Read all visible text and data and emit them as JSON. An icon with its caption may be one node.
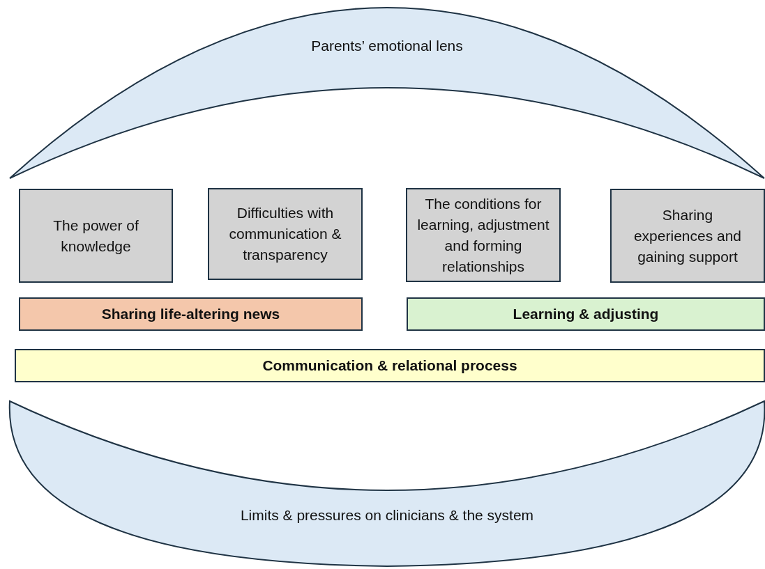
{
  "diagram": {
    "nodes": [
      {
        "text": [
          "Parents’ emotional lens"
        ]
      },
      {
        "text": [
          "The power of knowledge"
        ]
      },
      {
        "text": [
          "Difficulties with communication & transparency"
        ]
      },
      {
        "text": [
          "The conditions for learning, adjustment and forming relationships"
        ]
      },
      {
        "text": [
          "Sharing experiences and gaining support"
        ]
      },
      {
        "text": [
          "Sharing life-altering news"
        ]
      },
      {
        "text": [
          "Learning & adjusting"
        ]
      },
      {
        "text": [
          "Communication & relational process"
        ]
      },
      {
        "text": [
          "Limits & pressures on clinicians & the system"
        ]
      }
    ]
  }
}
